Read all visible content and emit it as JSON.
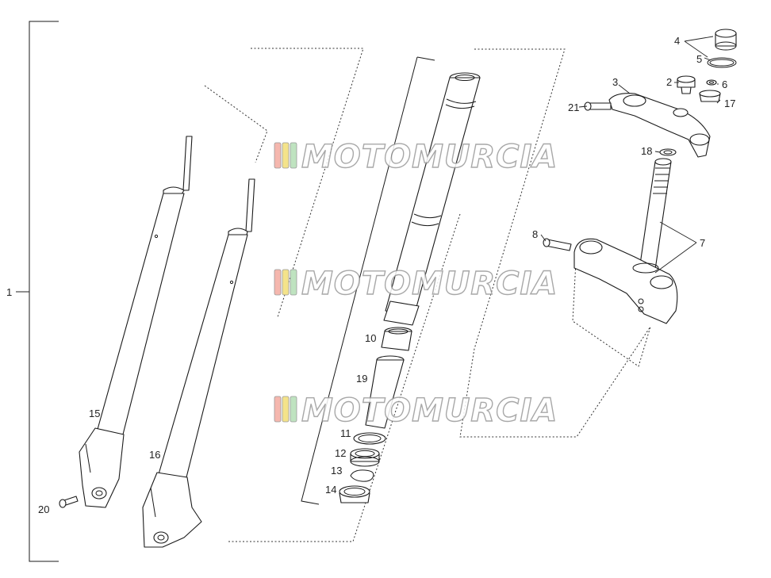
{
  "callouts": {
    "c1": "1",
    "c2": "2",
    "c3": "3",
    "c4": "4",
    "c5": "5",
    "c6": "6",
    "c7": "7",
    "c8": "8",
    "c10": "10",
    "c11": "11",
    "c12": "12",
    "c13": "13",
    "c14": "14",
    "c15": "15",
    "c16": "16",
    "c17": "17",
    "c18": "18",
    "c19": "19",
    "c20": "20",
    "c21": "21"
  },
  "watermark": {
    "text": "MOTOMURCIA",
    "stripe_colors": [
      "#f5b7ae",
      "#f4e38a",
      "#bfe3c0"
    ]
  }
}
